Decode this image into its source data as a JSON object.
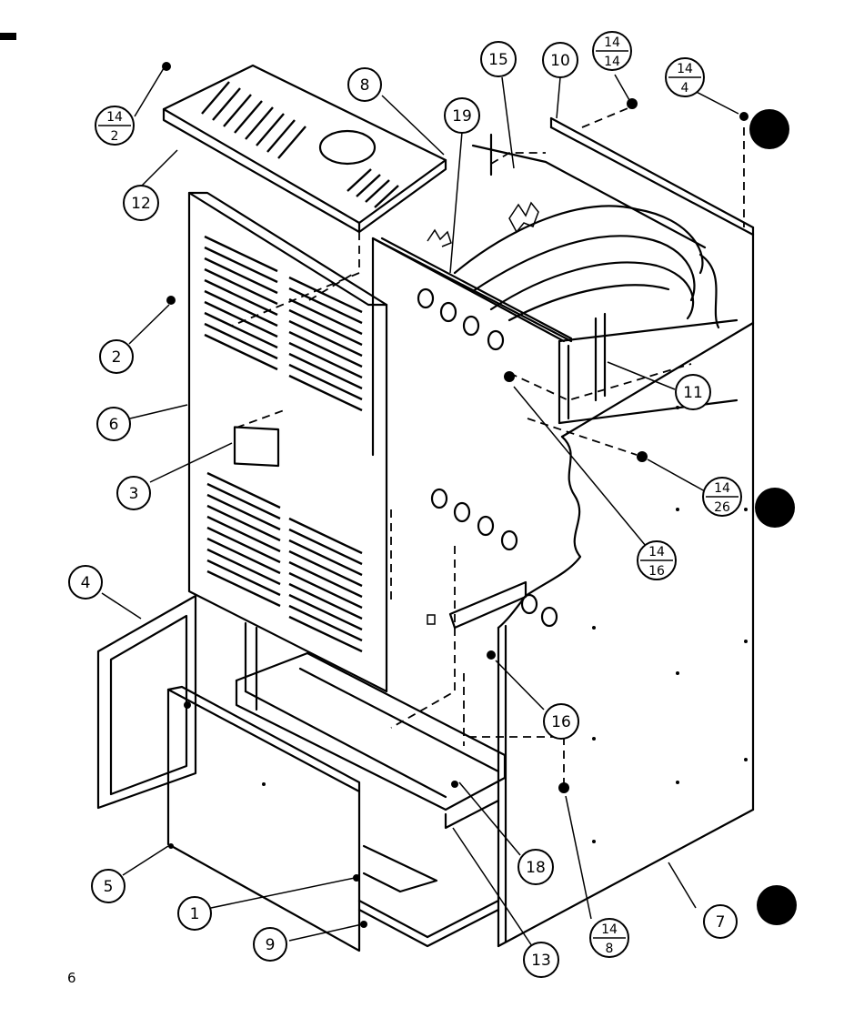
{
  "page_number": "6",
  "callouts": {
    "c1": "1",
    "c2": "2",
    "c3": "3",
    "c4": "4",
    "c5": "5",
    "c6": "6",
    "c7": "7",
    "c8": "8",
    "c9": "9",
    "c10": "10",
    "c11": "11",
    "c12": "12",
    "c13": "13",
    "c15": "15",
    "c16": "16",
    "c18": "18",
    "c19": "19"
  },
  "fraction_callouts": {
    "f_14_2": {
      "top": "14",
      "bottom": "2"
    },
    "f_14_14": {
      "top": "14",
      "bottom": "14"
    },
    "f_14_4": {
      "top": "14",
      "bottom": "4"
    },
    "f_14_26": {
      "top": "14",
      "bottom": "26"
    },
    "f_14_16": {
      "top": "14",
      "bottom": "16"
    },
    "f_14_8": {
      "top": "14",
      "bottom": "8"
    }
  }
}
